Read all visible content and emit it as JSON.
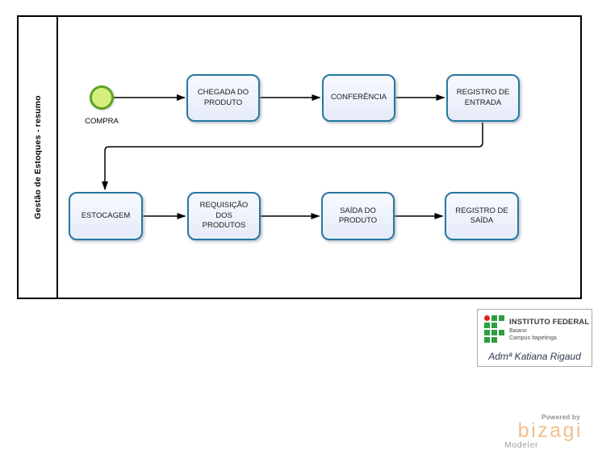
{
  "pool": {
    "title": "Gestão de Estoques - resumo"
  },
  "start_event": {
    "label": "COMPRA"
  },
  "tasks": [
    {
      "label": "CHEGADA DO\nPRODUTO"
    },
    {
      "label": "CONFERÊNCIA"
    },
    {
      "label": "REGISTRO DE\nENTRADA"
    },
    {
      "label": "ESTOCAGEM"
    },
    {
      "label": "REQUISIÇÃO\nDOS\nPRODUTOS"
    },
    {
      "label": "SAÍDA DO\nPRODUTO"
    },
    {
      "label": "REGISTRO DE\nSAÍDA"
    }
  ],
  "signature": {
    "org_name": "INSTITUTO FEDERAL",
    "org_sub1": "Baiano",
    "org_sub2": "Campus Itapetinga",
    "author": "Admª Katiana Rigaud"
  },
  "branding": {
    "powered_by": "Powered by",
    "brand": "bizagi",
    "product": "Modeler"
  },
  "icons": {
    "if_logo": "instituto-federal-grid-logo",
    "start_event": "bpmn-start-event-circle"
  },
  "colors": {
    "task_border": "#25789E",
    "task_fill_top": "#F7F9FE",
    "task_fill_bottom": "#E5EBF8",
    "event_fill": "#D5EF7F",
    "event_border": "#5FA321",
    "flow_line": "#000000",
    "if_green": "#2F9E41",
    "if_red": "#D9251D",
    "bizagi_orange": "#F3BE8E",
    "brand_gray": "#8F8F8F"
  }
}
